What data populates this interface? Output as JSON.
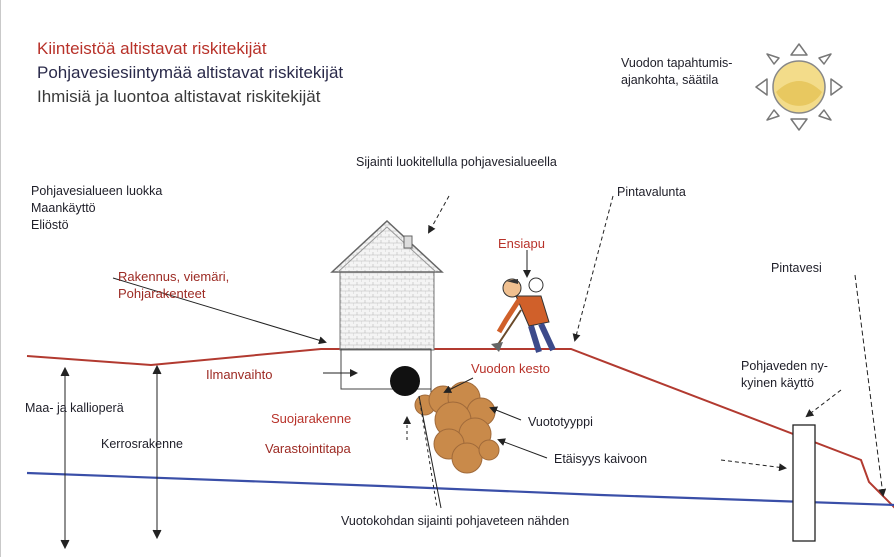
{
  "legend": [
    {
      "text": "Kiinteistöä altistavat riskitekijät",
      "color": "#b8322a"
    },
    {
      "text": "Pohjavesiesiintymää altistavat riskitekijät",
      "color": "#2a2a4a"
    },
    {
      "text": "Ihmisiä ja luontoa altistavat riskitekijät",
      "color": "#3a3a3a"
    }
  ],
  "labels": {
    "timing": "Vuodon tapahtumis-\najankohta, säätila",
    "location": "Sijainti luokitellulla pohjavesialueella",
    "aquifer": "Pohjavesialueen luokka\nMaankäyttö\nEliöstö",
    "runoff": "Pintavalunta",
    "first_aid": "Ensiapu",
    "surface_water": "Pintavesi",
    "building": "Rakennus, viemäri,\nPohjarakenteet",
    "ventilation": "Ilmanvaihto",
    "leak_duration": "Vuodon kesto",
    "well_use": "Pohjaveden ny-\nkyinen käyttö",
    "soil": "Maa- ja kallioperä",
    "layers": "Kerrosrakenne",
    "protection": "Suojarakenne",
    "storage": "Varastointitapa",
    "leak_type": "Vuototyyppi",
    "distance": "Etäisyys kaivoon",
    "leak_position": "Vuotokohdan sijainti pohjaveteen nähden"
  },
  "colors": {
    "ground": "#b23a30",
    "groundwater": "#3a4fa8",
    "plume": "#c98a4a",
    "sun": "#f0d27a"
  },
  "icons": [
    "sun-icon",
    "house-icon",
    "person-digging-icon",
    "tank-icon"
  ]
}
